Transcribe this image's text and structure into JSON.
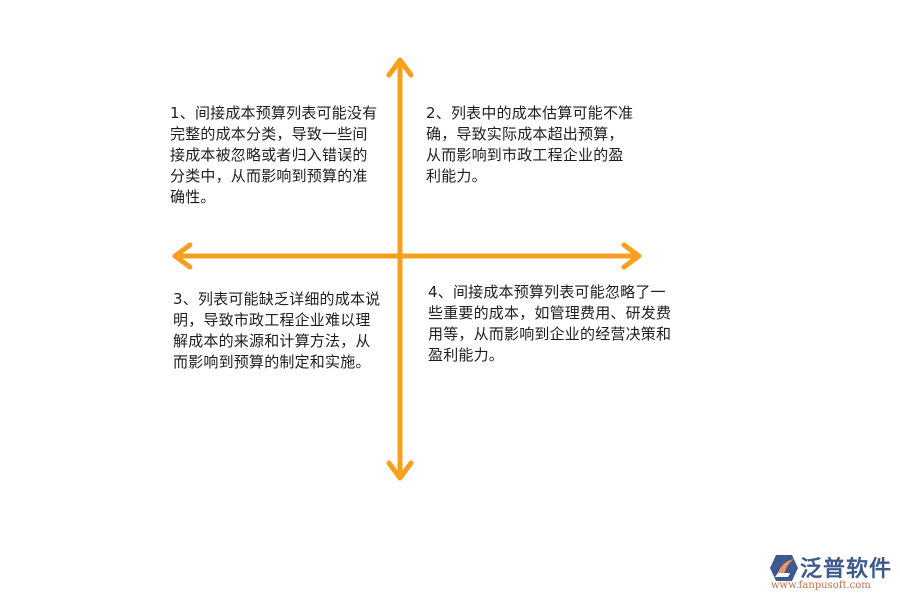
{
  "diagram": {
    "type": "four-quadrant",
    "axis_color": "#f7a01d",
    "quadrants": [
      {
        "id": 1,
        "position": "top-left",
        "text": "1、间接成本预算列表可能没有完整的成本分类，导致一些间接成本被忽略或者归入错误的分类中，从而影响到预算的准确性。"
      },
      {
        "id": 2,
        "position": "top-right",
        "text": "2、列表中的成本估算可能不准确，导致实际成本超出预算，从而影响到市政工程企业的盈利能力。"
      },
      {
        "id": 3,
        "position": "bottom-left",
        "text": "3、列表可能缺乏详细的成本说明，导致市政工程企业难以理解成本的来源和计算方法，从而影响到预算的制定和实施。"
      },
      {
        "id": 4,
        "position": "bottom-right",
        "text": "4、间接成本预算列表可能忽略了一些重要的成本，如管理费用、研发费用等，从而影响到企业的经营决策和盈利能力。"
      }
    ]
  },
  "logo": {
    "name": "泛普软件",
    "url": "www.fanpusoft.com",
    "colors": {
      "primary": "#3e5a8c",
      "accent": "#e8946a"
    }
  }
}
